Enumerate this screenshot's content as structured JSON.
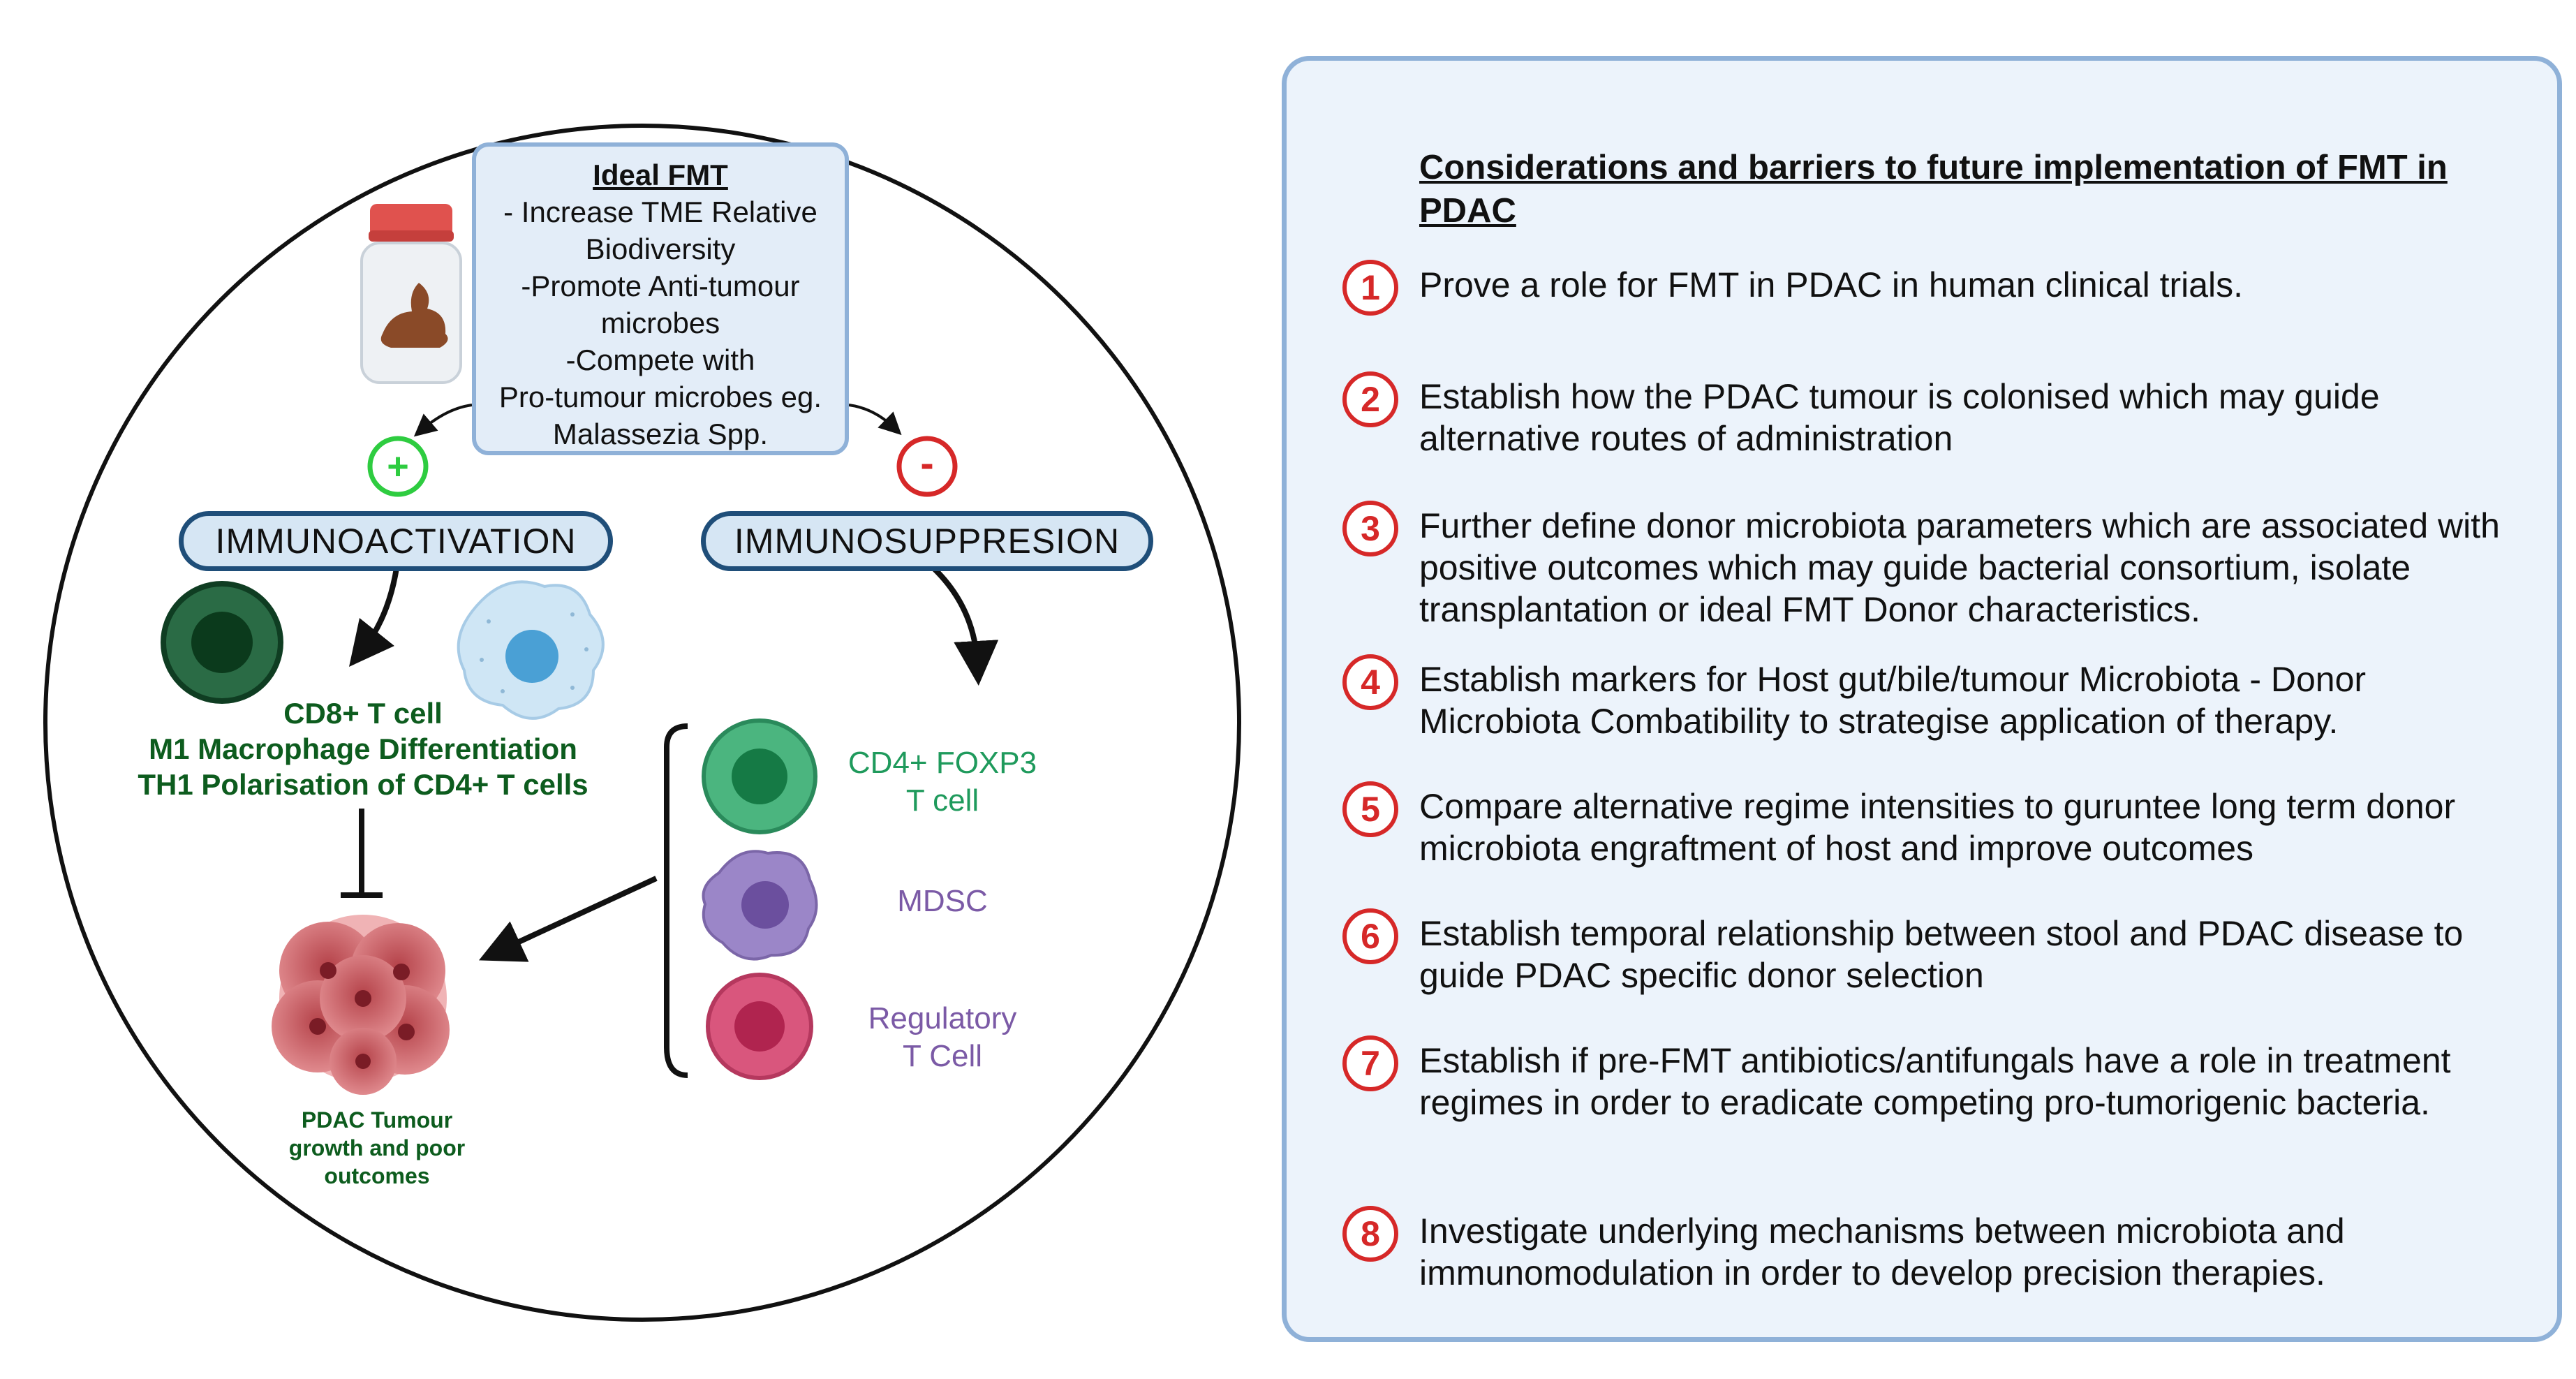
{
  "ideal_fmt": {
    "title": "Ideal FMT",
    "lines": [
      "- Increase TME Relative",
      "Biodiversity",
      "-Promote Anti-tumour",
      "microbes",
      "-Compete with",
      "Pro-tumour microbes eg.",
      "Malassezia Spp."
    ]
  },
  "signs": {
    "plus": "+",
    "minus": "-"
  },
  "branches": {
    "left": "IMMUNOACTIVATION",
    "right": "IMMUNOSUPPRESION"
  },
  "activation_effects": [
    "CD8+ T cell",
    "M1 Macrophage Differentiation",
    "TH1 Polarisation of CD4+ T cells"
  ],
  "suppressor_cells": [
    "CD4+ FOXP3\nT cell",
    "MDSC",
    "Regulatory\nT Cell"
  ],
  "outcome": [
    "PDAC Tumour",
    "growth and poor",
    "outcomes"
  ],
  "panel": {
    "title": "Considerations and barriers to future implementation of FMT in PDAC",
    "items": [
      {
        "num": "1",
        "text": "Prove a role for FMT in PDAC in human clinical trials."
      },
      {
        "num": "2",
        "text": "Establish how the PDAC tumour is colonised which may guide alternative routes of administration"
      },
      {
        "num": "3",
        "text": "Further define donor microbiota parameters which are associated with positive outcomes which may guide bacterial consortium, isolate transplantation or ideal FMT Donor characteristics."
      },
      {
        "num": "4",
        "text": "Establish markers for Host gut/bile/tumour Microbiota - Donor Microbiota Combatibility to strategise application of therapy."
      },
      {
        "num": "5",
        "text": "Compare alternative regime intensities to guruntee long term donor microbiota engraftment of host and improve outcomes"
      },
      {
        "num": "6",
        "text": "Establish temporal relationship between stool and PDAC disease to guide PDAC specific donor selection"
      },
      {
        "num": "7",
        "text": "Establish if pre-FMT antibiotics/antifungals have a role in treatment regimes in order to eradicate competing pro-tumorigenic bacteria."
      },
      {
        "num": "8",
        "text": "Investigate underlying mechanisms between microbiota and immunomodulation in order to develop precision therapies."
      }
    ]
  },
  "colors": {
    "accent_red": "#d62828",
    "dark_green": "#0d5c1e",
    "border_blue": "#8fb1d8",
    "cd4_green": "#1f9a5c",
    "mdsc_purple": "#7b5aa6",
    "treg_red": "#c9305a"
  },
  "icons": [
    "stool-jar-icon",
    "cd8-cell-icon",
    "macrophage-icon",
    "cd4-foxp3-cell-icon",
    "mdsc-cell-icon",
    "treg-cell-icon",
    "tumour-cluster-icon"
  ]
}
